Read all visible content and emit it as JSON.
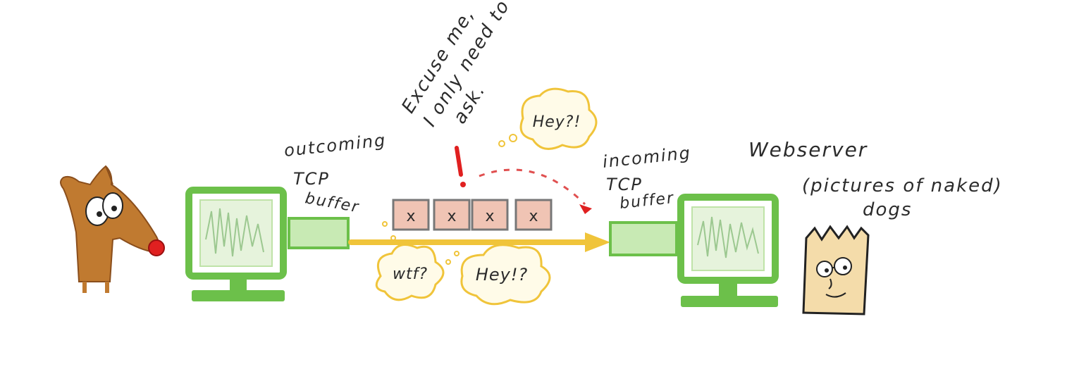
{
  "labels": {
    "outcoming_line1": "outcoming",
    "outcoming_line2": "TCP",
    "outcoming_line3": "buffer",
    "incoming_line1": "incoming",
    "incoming_line2": "TCP",
    "incoming_line3": "buffer",
    "webserver": "Webserver",
    "content_line1": "(pictures of naked)",
    "content_line2": "dogs",
    "excuse_line1": "Excuse me,",
    "excuse_line2": "I only need to",
    "excuse_line3": "ask."
  },
  "bubbles": {
    "wtf": "wtf?",
    "hey_bottom": "Hey!?",
    "hey_top": "Hey?!"
  },
  "packet_mark": "x",
  "colors": {
    "monitor_green": "#6cc04a",
    "monitor_light": "#bfe3a8",
    "arrow_yellow": "#f0c43a",
    "packet_pink": "#e8b8a8",
    "alert_red": "#e02020",
    "dog_brown": "#b8742e",
    "server_tan": "#f0d8a0"
  }
}
